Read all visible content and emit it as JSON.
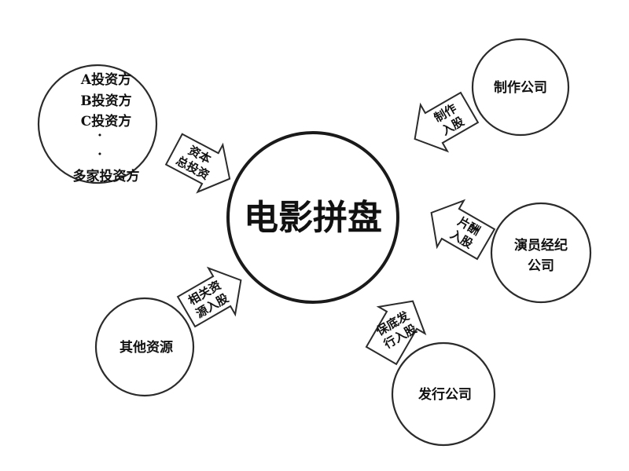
{
  "center": {
    "label": "电影拼盘"
  },
  "nodes": {
    "investors": {
      "lines": [
        "A投资方",
        "B投资方",
        "C投资方",
        "·",
        "·",
        "多家投资方"
      ]
    },
    "production_company": {
      "label": "制作公司"
    },
    "talent_agency": {
      "lines": [
        "演员经纪",
        "公司"
      ]
    },
    "distribution_company": {
      "label": "发行公司"
    },
    "other_resources": {
      "label": "其他资源"
    }
  },
  "arrows": {
    "capital_investment": {
      "lines": [
        "资本",
        "总投资"
      ]
    },
    "production_equity": {
      "lines": [
        "制作",
        "入股"
      ]
    },
    "fee_equity": {
      "lines": [
        "片酬",
        "入股"
      ]
    },
    "distribution_equity": {
      "lines": [
        "保底发",
        "行入股"
      ]
    },
    "resource_equity": {
      "lines": [
        "相关资",
        "源入股"
      ]
    }
  }
}
